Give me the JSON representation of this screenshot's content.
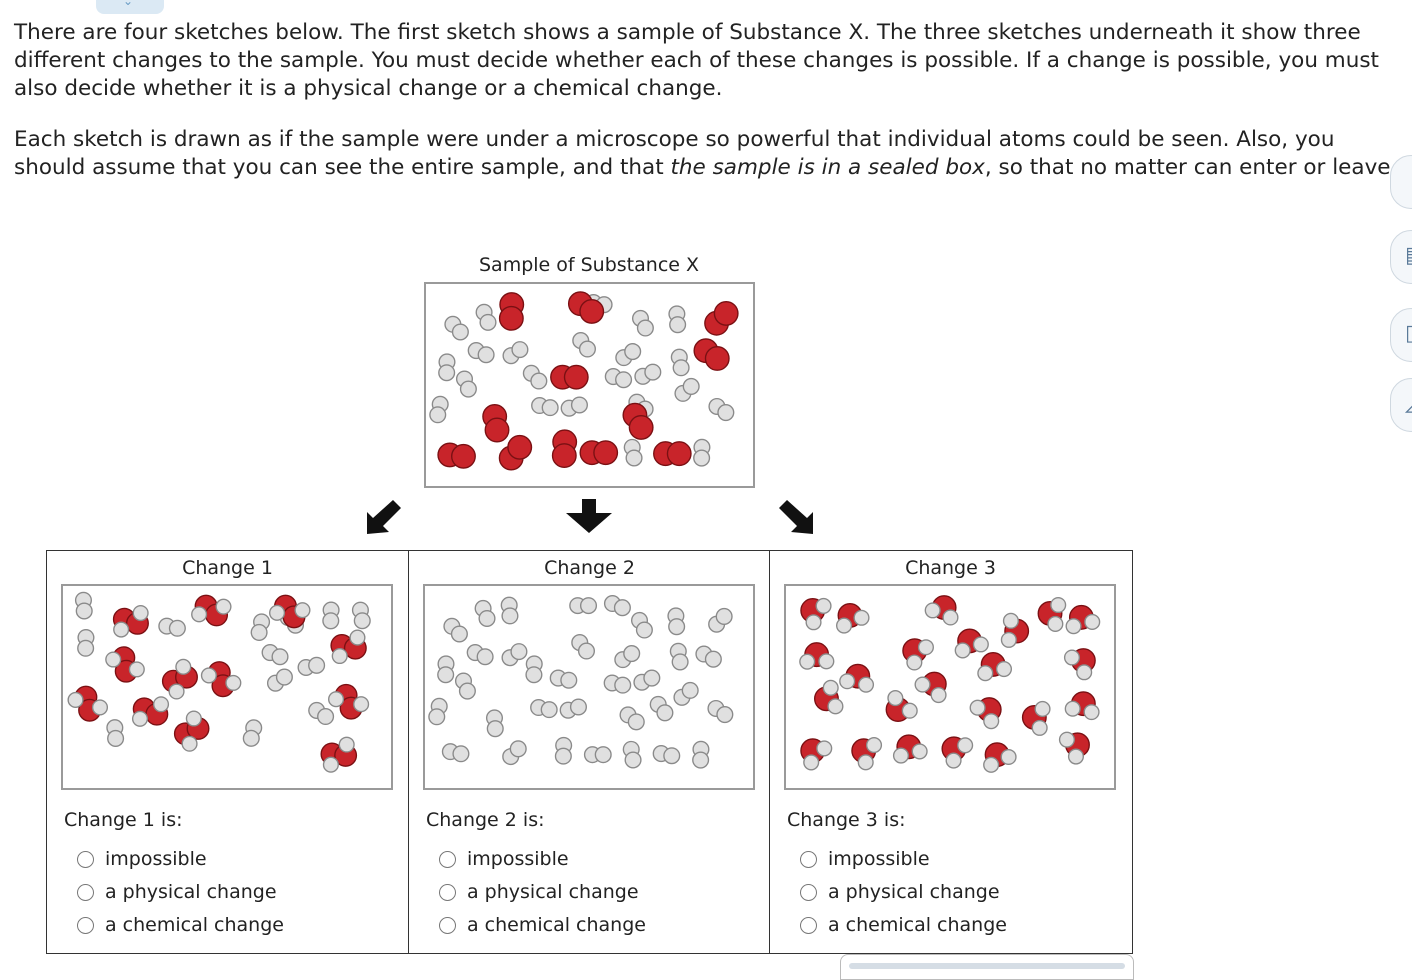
{
  "intro": {
    "paragraph1": "There are four sketches below. The first sketch shows a sample of Substance X. The three sketches underneath it show three different changes to the sample. You must decide whether each of these changes is possible. If a change is possible, you must also decide whether it is a physical change or a chemical change.",
    "paragraph2_before": "Each sketch is drawn as if the sample were under a microscope so powerful that individual atoms could be seen. Also, you should assume that you can see the entire sample, and that ",
    "paragraph2_emphasis": "the sample is in a sealed box",
    "paragraph2_after": ", so that no matter can enter or leave."
  },
  "sample": {
    "title": "Sample of Substance X"
  },
  "changes": [
    {
      "title": "Change 1",
      "question": "Change 1 is:",
      "options": [
        "impossible",
        "a physical change",
        "a chemical change"
      ]
    },
    {
      "title": "Change 2",
      "question": "Change 2 is:",
      "options": [
        "impossible",
        "a physical change",
        "a chemical change"
      ]
    },
    {
      "title": "Change 3",
      "question": "Change 3 is:",
      "options": [
        "impossible",
        "a physical change",
        "a chemical change"
      ]
    }
  ],
  "colors": {
    "oxygen": "#c8242a",
    "hydrogen": "#e0e0e0",
    "border": "#9a9a9a",
    "accent": "#5a7a99"
  },
  "icons": [
    "chevron-down-icon",
    "arrow-down-left-icon",
    "arrow-down-icon",
    "arrow-down-right-icon",
    "calculator-icon",
    "data-icon",
    "periodic-table-icon"
  ]
}
